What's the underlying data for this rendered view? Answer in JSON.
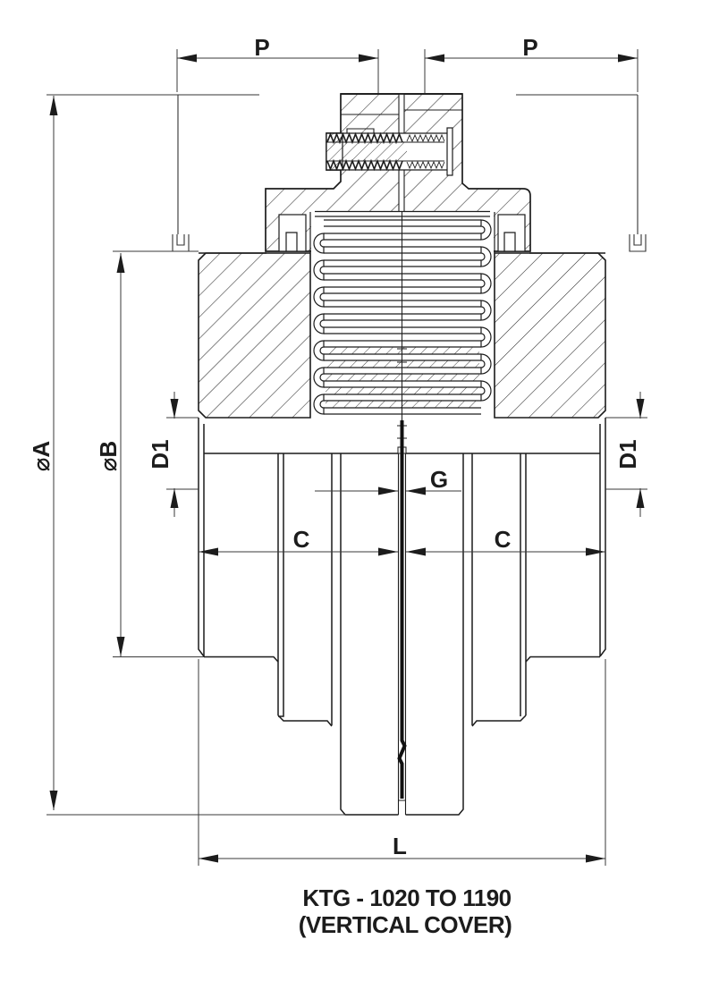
{
  "title": {
    "line1": "KTG - 1020 TO 1190",
    "line2": "(VERTICAL COVER)"
  },
  "dimensions": {
    "p_left": "P",
    "p_right": "P",
    "dia_a": "⌀A",
    "dia_b": "⌀B",
    "d1_left": "D1",
    "d1_right": "D1",
    "c_left": "C",
    "c_right": "C",
    "g": "G",
    "l": "L"
  },
  "drawing": {
    "line_color": "#1c1c1c",
    "dim_line_color": "#3a3a3a",
    "background": "#ffffff"
  }
}
